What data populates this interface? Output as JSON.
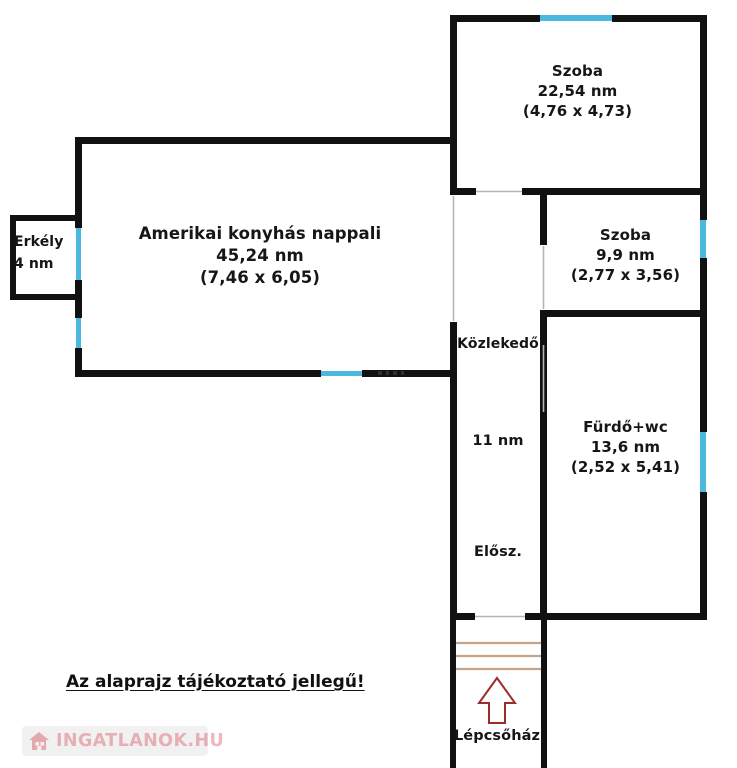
{
  "document": {
    "type": "floor-plan",
    "language": "hu",
    "disclaimer": "Az alaprajz tájékoztató jellegű!"
  },
  "rooms": [
    {
      "id": "szoba-1",
      "name": "Szoba",
      "area": "22,54 nm",
      "dimensions": "(4,76 x 4,73)"
    },
    {
      "id": "szoba-2",
      "name": "Szoba",
      "area": "9,9 nm",
      "dimensions": "(2,77 x 3,56)"
    },
    {
      "id": "furdo-wc",
      "name": "Fürdő+wc",
      "area": "13,6 nm",
      "dimensions": "(2,52 x 5,41)"
    },
    {
      "id": "nappali",
      "name": "Amerikai konyhás nappali",
      "area": "45,24 nm",
      "dimensions": "(7,46 x 6,05)"
    },
    {
      "id": "erkely",
      "name": "Erkély",
      "area": "4 nm",
      "dimensions": ""
    },
    {
      "id": "kozlekedo",
      "name": "Közlekedő",
      "area": "11 nm",
      "dimensions": ""
    },
    {
      "id": "elosz",
      "name": "Elősz.",
      "area": "",
      "dimensions": ""
    },
    {
      "id": "lepcsohaz",
      "name": "Lépcsőház",
      "area": "",
      "dimensions": ""
    }
  ],
  "watermark": {
    "text": "INGATLANOK.HU",
    "icon": "house-icon"
  },
  "colors": {
    "wall": "#111111",
    "window": "#4cb8e0",
    "door_gap": "#b8b8b8",
    "stair_tread": "#c6a68a",
    "arrow_stroke": "#9e2a2a",
    "watermark_text": "#d65460",
    "text": "#161616"
  }
}
